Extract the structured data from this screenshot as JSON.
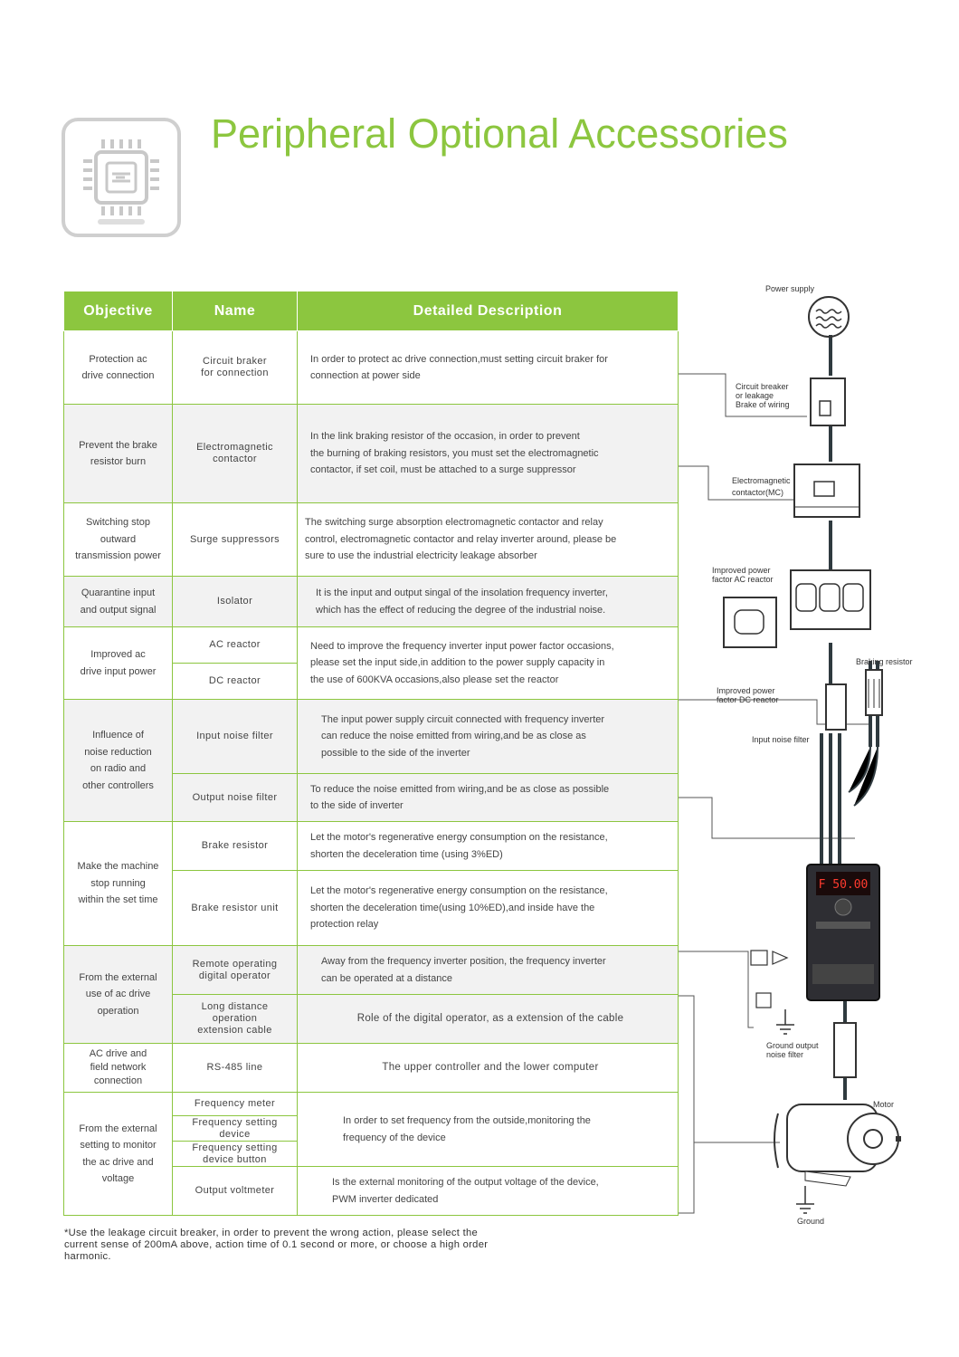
{
  "header": {
    "title": "Peripheral Optional Accessories",
    "icon": "circuit-chip-icon",
    "accent_color": "#8cc63f"
  },
  "table": {
    "headers": [
      "Objective",
      "Name",
      "Detailed Description"
    ],
    "groups": [
      {
        "objective": [
          "Protection ac",
          "drive connection"
        ],
        "items": [
          {
            "name": [
              "Circuit braker",
              "for connection"
            ],
            "description": [
              "In order to protect ac drive connection,must setting circuit braker for",
              "connection at power side"
            ]
          }
        ]
      },
      {
        "objective": [
          "Prevent the brake",
          "resistor burn"
        ],
        "items": [
          {
            "name": [
              "Electromagnetic",
              "contactor"
            ],
            "description": [
              "In the link braking resistor of the occasion, in order to prevent",
              "the burning of braking resistors, you must set the electromagnetic",
              "contactor, if set coil, must be attached to a surge suppressor"
            ]
          }
        ]
      },
      {
        "objective": [
          "Switching stop",
          "outward",
          "transmission power"
        ],
        "items": [
          {
            "name": [
              "Surge suppressors"
            ],
            "description": [
              "The switching surge absorption electromagnetic contactor and relay",
              "control, electromagnetic contactor and relay inverter around, please be",
              "sure to use the industrial electricity leakage absorber"
            ]
          }
        ]
      },
      {
        "objective": [
          "Quarantine input",
          "and output signal"
        ],
        "items": [
          {
            "name": [
              "Isolator"
            ],
            "description": [
              "It is the input and output singal of the insolation frequency inverter,",
              "which has the effect of reducing the degree of the industrial noise."
            ]
          }
        ]
      },
      {
        "objective": [
          "Improved ac",
          "drive input power"
        ],
        "items": [
          {
            "name": [
              "AC reactor"
            ]
          },
          {
            "name": [
              "DC reactor"
            ]
          }
        ],
        "shared_description": [
          "Need to improve the frequency inverter input power factor occasions,",
          "please set the input side,in addition to the power supply capacity in",
          "the use of 600KVA occasions,also please set the reactor"
        ]
      },
      {
        "objective": [
          "Influence of",
          "noise reduction",
          "on radio and",
          "other controllers"
        ],
        "items": [
          {
            "name": [
              "Input noise filter"
            ],
            "description": [
              "The input power supply circuit connected with frequency inverter",
              "can reduce the noise emitted from wiring,and be as close as",
              "possible to the side of the inverter"
            ]
          },
          {
            "name": [
              "Output noise filter"
            ],
            "description": [
              "To reduce the noise emitted from wiring,and be as close as possible",
              "to the side of inverter"
            ]
          }
        ]
      },
      {
        "objective": [
          "Make the machine",
          "stop running",
          "within the set time"
        ],
        "items": [
          {
            "name": [
              "Brake resistor"
            ],
            "description": [
              "Let the motor's regenerative energy consumption on the resistance,",
              "shorten the deceleration time (using 3%ED)"
            ]
          },
          {
            "name": [
              "Brake resistor unit"
            ],
            "description": [
              "Let the motor's regenerative energy consumption on the resistance,",
              "shorten the deceleration time(using 10%ED),and inside have the",
              "protection relay"
            ]
          }
        ]
      },
      {
        "objective": [
          "From the external",
          "use of  ac drive",
          "operation"
        ],
        "items": [
          {
            "name": [
              "Remote operating",
              "digital operator"
            ],
            "description": [
              "Away from the frequency inverter position, the frequency inverter",
              "can be operated at a distance"
            ]
          },
          {
            "name": [
              "Long distance",
              "operation",
              "extension cable"
            ],
            "description": [
              "Role of the digital operator, as a extension of the cable"
            ]
          }
        ]
      },
      {
        "objective": [
          "AC drive and",
          "field network",
          "connection"
        ],
        "items": [
          {
            "name": [
              "RS-485 line"
            ],
            "description": [
              "The upper controller and the lower computer"
            ]
          }
        ]
      },
      {
        "objective": [
          "From the external",
          "setting to monitor",
          "the ac drive and",
          "voltage"
        ],
        "items": [
          {
            "name": [
              "Frequency meter"
            ]
          },
          {
            "name": [
              "Frequency setting",
              "device"
            ]
          },
          {
            "name": [
              "Frequency setting",
              "device button"
            ]
          },
          {
            "name": [
              "Output voltmeter"
            ],
            "description": [
              "Is the external monitoring of the output voltage of the device,",
              "PWM inverter dedicated"
            ]
          }
        ],
        "shared_description": [
          "In order to set frequency from the outside,monitoring the",
          "frequency of the device"
        ]
      }
    ]
  },
  "footnote": "*Use the leakage circuit breaker, in order to prevent the wrong action, please select the current sense of 200mA above, action time of 0.1 second or more, or choose a high order harmonic.",
  "diagram": {
    "labels": {
      "power_supply": "Power supply",
      "circuit_breaker": [
        "Circuit breaker",
        "or leakage",
        "Brake of wiring"
      ],
      "contactor": [
        "Electromagnetic",
        "contactor(MC)"
      ],
      "ac_reactor": [
        "Improved power",
        "factor AC reactor"
      ],
      "braking_resistor": "Braking resistor",
      "dc_reactor": [
        "Improved power",
        "factor DC reactor"
      ],
      "input_noise_filter": "Input noise filter",
      "output_noise_filter": [
        "Ground output",
        "noise filter"
      ],
      "motor": "Motor",
      "ground": "Ground"
    },
    "inverter_display": "F 50.00"
  }
}
